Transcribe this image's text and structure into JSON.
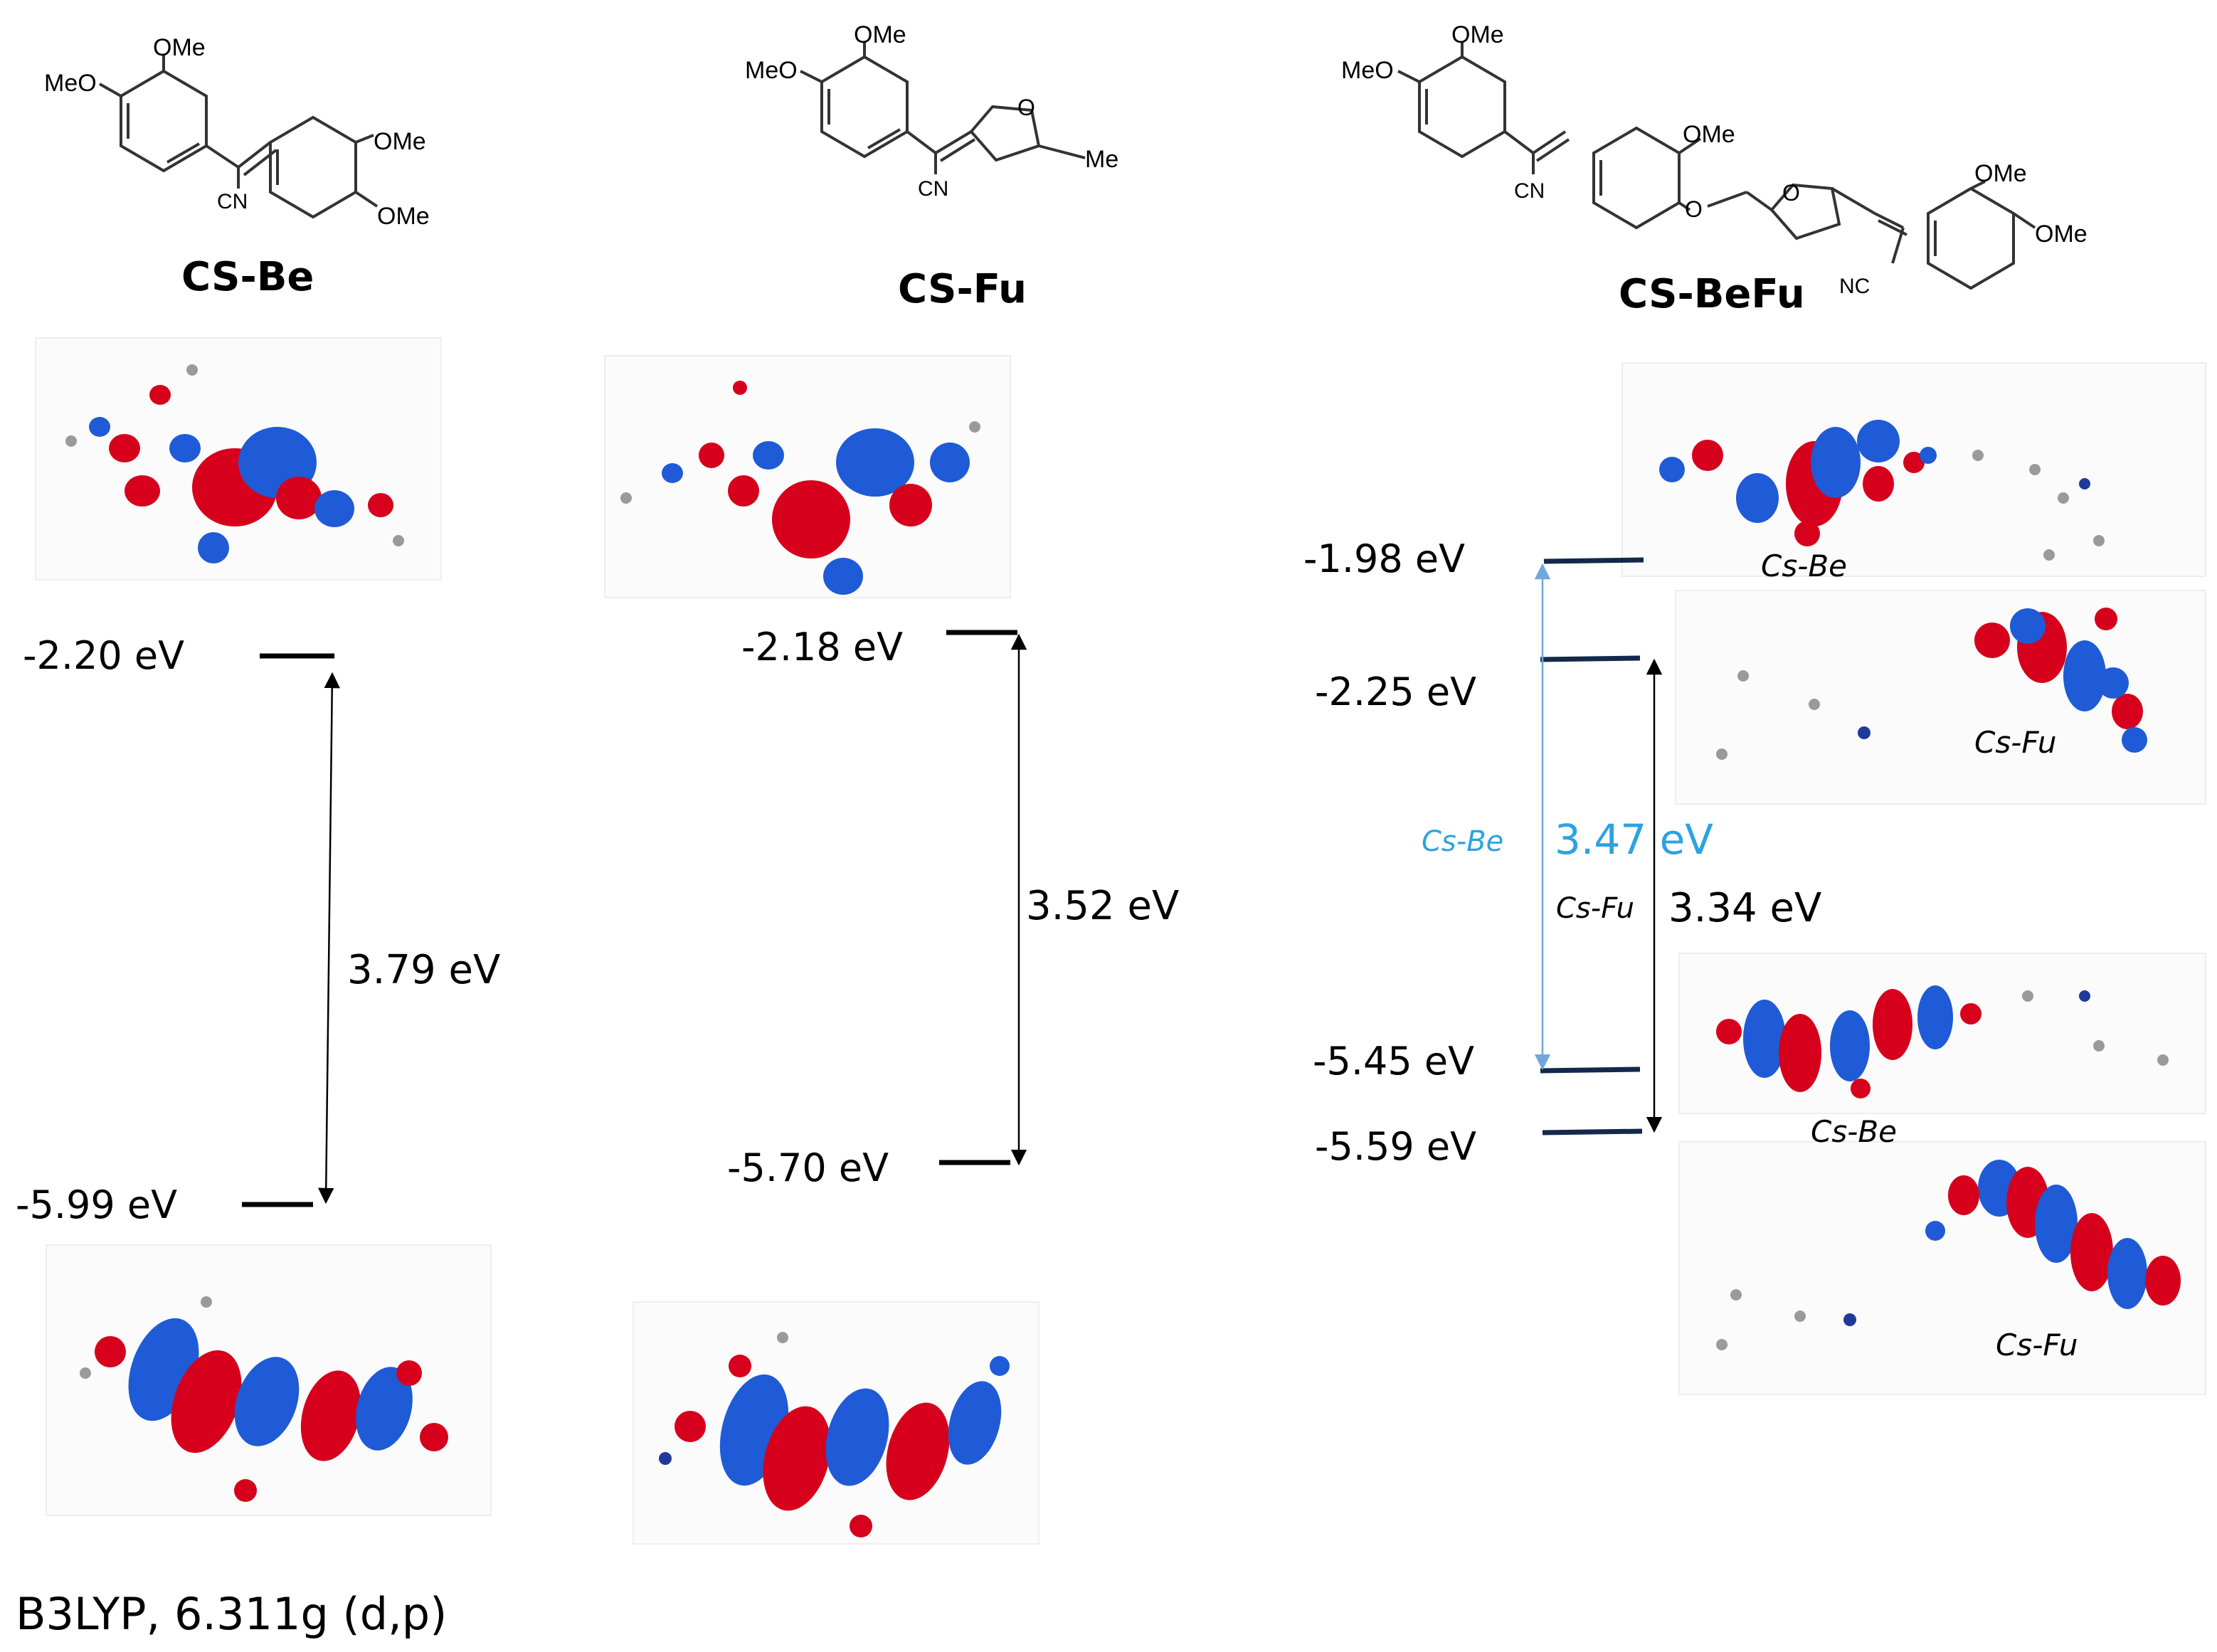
{
  "molecules": {
    "be": {
      "name": "CS-Be",
      "groups": {
        "ome_top": "OMe",
        "meo_left": "MeO",
        "ome_r1": "OMe",
        "ome_r2": "OMe",
        "cn": "CN"
      },
      "lumo": "-2.20 eV",
      "homo": "-5.99 eV",
      "gap": "3.79 eV"
    },
    "fu": {
      "name": "CS-Fu",
      "groups": {
        "ome_top": "OMe",
        "meo_left": "MeO",
        "o_ring": "O",
        "me": "Me",
        "cn": "CN"
      },
      "lumo": "-2.18 eV",
      "homo": "-5.70 eV",
      "gap": "3.52 eV"
    },
    "befu": {
      "name": "CS-BeFu",
      "groups": {
        "ome_top": "OMe",
        "meo_left": "MeO",
        "cn1": "CN",
        "ome_mid": "OMe",
        "o_link": "O",
        "o_fur": "O",
        "nc": "NC",
        "ome_r1": "OMe",
        "ome_r2": "OMe"
      },
      "lumo_be": "-1.98 eV",
      "lumo_fu": "-2.25 eV",
      "homo_be": "-5.45 eV",
      "homo_fu": "-5.59 eV",
      "gap_be_label": "Cs-Be",
      "gap_be": "3.47 eV",
      "gap_fu_label": "Cs-Fu",
      "gap_fu": "3.34 eV",
      "orbital_labels": {
        "lumo_be": "Cs-Be",
        "lumo_fu": "Cs-Fu",
        "homo_be": "Cs-Be",
        "homo_fu": "Cs-Fu"
      }
    }
  },
  "method": "B3LYP, 6.311g (d,p)",
  "colors": {
    "level": "#000000",
    "befu_level": "#13294b",
    "be_gap_arrow": "#6fa8dc",
    "be_gap_text": "#2ba3e0",
    "orbital_red": "#d6001c",
    "orbital_blue": "#1f5bd6",
    "atom_gray": "#9a9a9a"
  }
}
